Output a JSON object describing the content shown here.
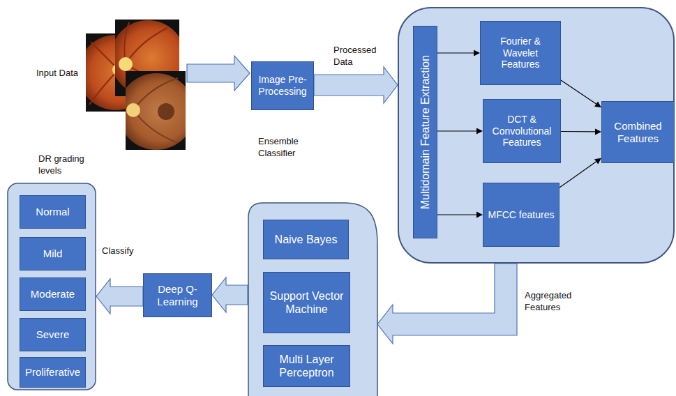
{
  "diagram": {
    "nodes": [
      {
        "text": [
          "Image Pre-Processing"
        ]
      },
      {
        "text": []
      },
      {
        "text": [
          "Multidomain Feature Extraction"
        ],
        "in": 1
      },
      {
        "text": [
          "Fourier & Wavelet Features"
        ],
        "in": 1
      },
      {
        "text": [
          "DCT & Convolutional Features"
        ],
        "in": 1
      },
      {
        "text": [
          "Combined Features"
        ],
        "in": 1
      },
      {
        "text": [
          "MFCC features"
        ],
        "in": 1
      },
      {
        "text": [
          "DR grading levels"
        ]
      },
      {
        "text": [
          "Normal"
        ],
        "in": 7
      },
      {
        "text": [
          "Mild"
        ],
        "in": 7
      },
      {
        "text": [
          "Moderate"
        ],
        "in": 7
      },
      {
        "text": [
          "Severe"
        ],
        "in": 7
      },
      {
        "text": [
          "Proliferative"
        ],
        "in": 7
      },
      {
        "text": [
          "Ensemble Classifier"
        ]
      },
      {
        "text": [
          "Naive Bayes"
        ],
        "in": 13
      },
      {
        "text": [
          "Support Vector Machine"
        ],
        "in": 13
      },
      {
        "text": [
          "Multi Layer Perceptron"
        ],
        "in": 13
      },
      {
        "text": [
          "Deep Q-Learning"
        ]
      }
    ],
    "edges": [
      {
        "from": 0,
        "to": 1,
        "label": "Processed Data",
        "arrow": "to"
      },
      {
        "from": 2,
        "to": 3,
        "arrow": "to"
      },
      {
        "from": 2,
        "to": 4,
        "arrow": "to"
      },
      {
        "from": 2,
        "to": 6,
        "arrow": "to"
      },
      {
        "from": 3,
        "to": 5,
        "arrow": "to"
      },
      {
        "from": 4,
        "to": 5,
        "arrow": "to"
      },
      {
        "from": 6,
        "to": 5,
        "arrow": "to"
      },
      {
        "from": 1,
        "to": 13,
        "label": "Aggregated Features",
        "arrow": "to"
      },
      {
        "from": 13,
        "to": 17,
        "arrow": "to"
      },
      {
        "from": 17,
        "to": 7,
        "label": "Classify",
        "arrow": "to"
      }
    ],
    "labels": [
      "Input Data"
    ]
  }
}
